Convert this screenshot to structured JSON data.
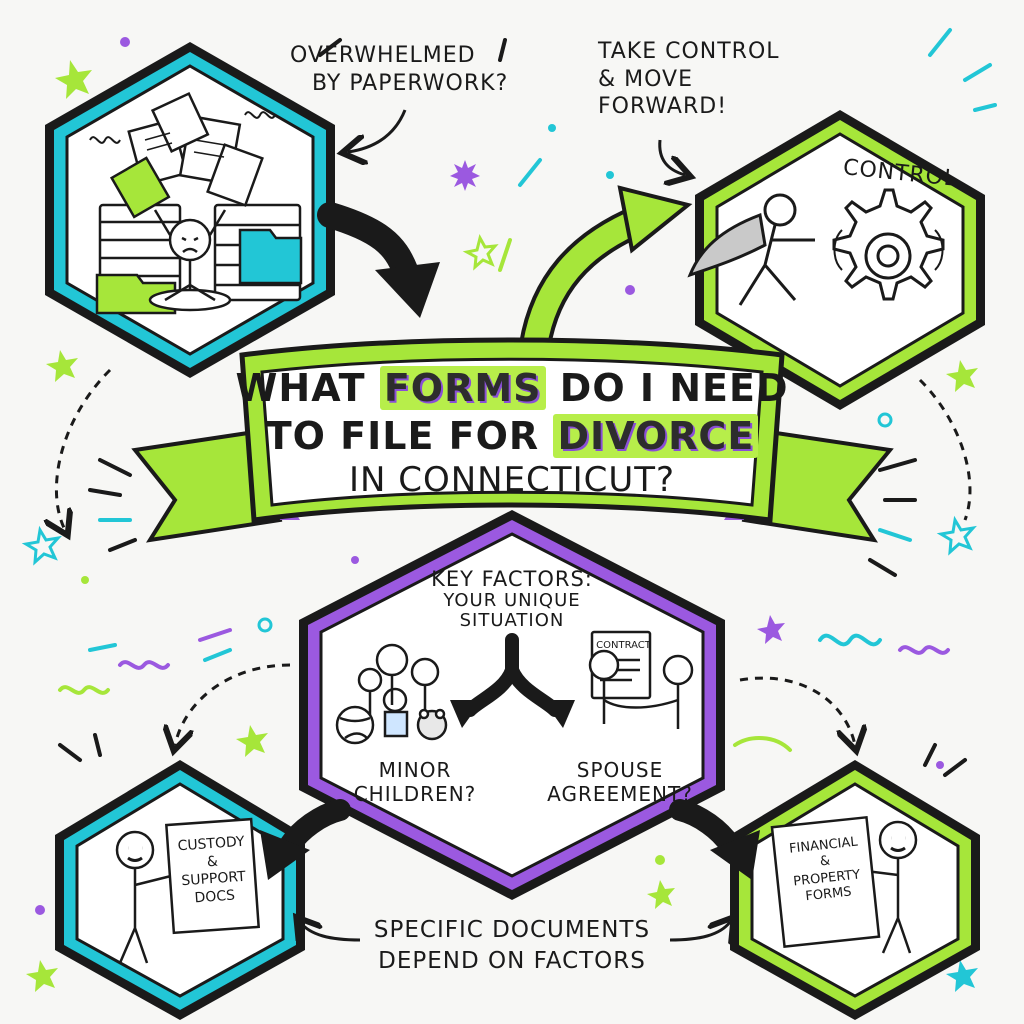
{
  "colors": {
    "lime": "#a6e63a",
    "cyan": "#22c6d6",
    "purple": "#9b59e0",
    "ink": "#1a1a1a",
    "paper": "#f7f7f5"
  },
  "top_left": {
    "caption_line1": "OVERWHELMED",
    "caption_line2": "BY PAPERWORK?"
  },
  "top_right": {
    "caption_line1": "TAKE CONTROL",
    "caption_line2": "& MOVE",
    "caption_line3": "FORWARD!",
    "gear_label": "CONTROL"
  },
  "banner": {
    "line1_pre": "WHAT",
    "line1_highlight": "FORMS",
    "line1_post": "DO I NEED",
    "line2_pre": "TO FILE FOR",
    "line2_highlight": "DIVORCE",
    "line3": "IN CONNECTICUT?"
  },
  "center": {
    "heading_line1": "KEY FACTORS:",
    "heading_line2": "YOUR UNIQUE",
    "heading_line3": "SITUATION",
    "contract_label": "CONTRACT",
    "left_q_line1": "MINOR",
    "left_q_line2": "CHILDREN?",
    "right_q_line1": "SPOUSE",
    "right_q_line2": "AGREEMENT?"
  },
  "bottom_left": {
    "sign_line1": "CUSTODY",
    "sign_line2": "&",
    "sign_line3": "SUPPORT",
    "sign_line4": "DOCS"
  },
  "bottom_right": {
    "sign_line1": "FINANCIAL",
    "sign_line2": "&",
    "sign_line3": "PROPERTY",
    "sign_line4": "FORMS"
  },
  "footer": {
    "line1": "SPECIFIC DOCUMENTS",
    "line2": "DEPEND ON FACTORS"
  }
}
